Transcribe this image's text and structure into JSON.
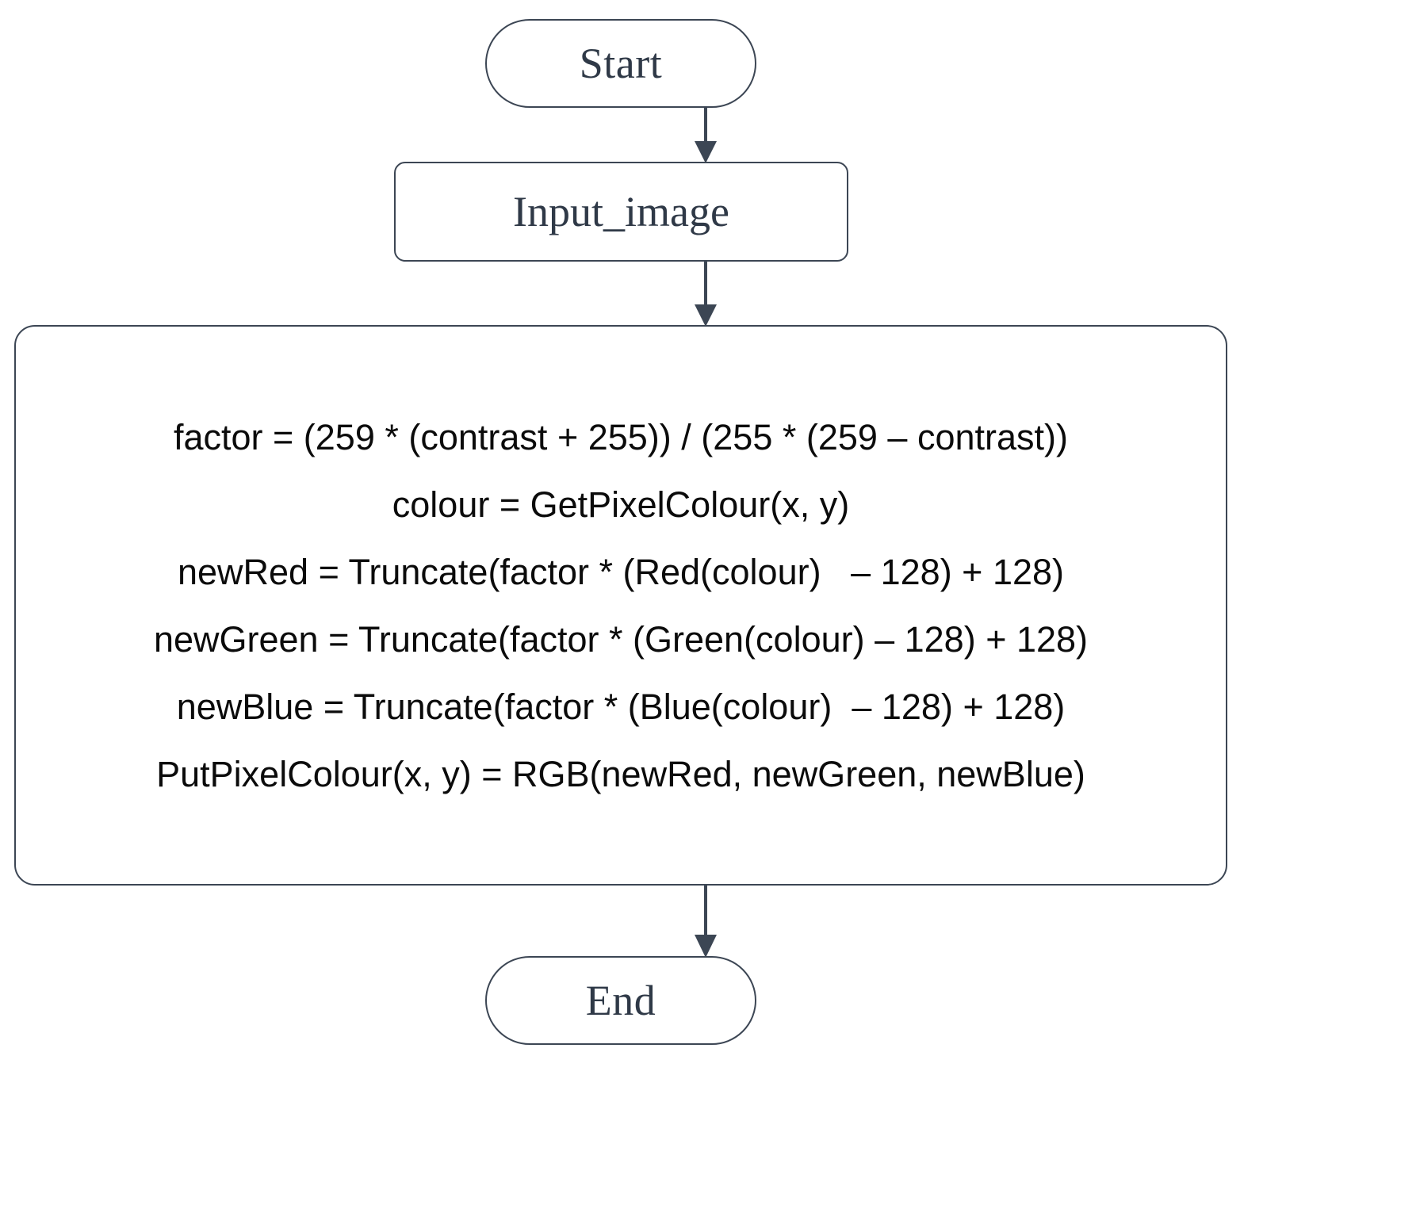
{
  "diagram": {
    "title": "Contrast adjustment algorithm flowchart",
    "type": "flowchart",
    "orientation": "top-to-bottom",
    "colors": {
      "node_border": "#3c4654",
      "node_fill": "#ffffff",
      "connector": "#3c4654",
      "process_text": "#0b0b0b",
      "terminator_text": "#2f3947",
      "background": "#ffffff"
    },
    "nodes": {
      "start": {
        "label": "Start",
        "shape": "terminator"
      },
      "input": {
        "label": "Input_image",
        "shape": "rounded-rectangle"
      },
      "process": {
        "shape": "rounded-rectangle",
        "lines": [
          "factor = (259 * (contrast + 255)) / (255 * (259 – contrast))",
          "colour = GetPixelColour(x, y)",
          "newRed = Truncate(factor * (Red(colour)   – 128) + 128)",
          "newGreen = Truncate(factor * (Green(colour) – 128) + 128)",
          "newBlue = Truncate(factor * (Blue(colour)  – 128) + 128)",
          "PutPixelColour(x, y) = RGB(newRed, newGreen, newBlue)"
        ]
      },
      "end": {
        "label": "End",
        "shape": "terminator"
      }
    },
    "edges": [
      {
        "from": "start",
        "to": "input",
        "arrow": "down-arrow-icon"
      },
      {
        "from": "input",
        "to": "process",
        "arrow": "down-arrow-icon"
      },
      {
        "from": "process",
        "to": "end",
        "arrow": "down-arrow-icon"
      }
    ]
  }
}
